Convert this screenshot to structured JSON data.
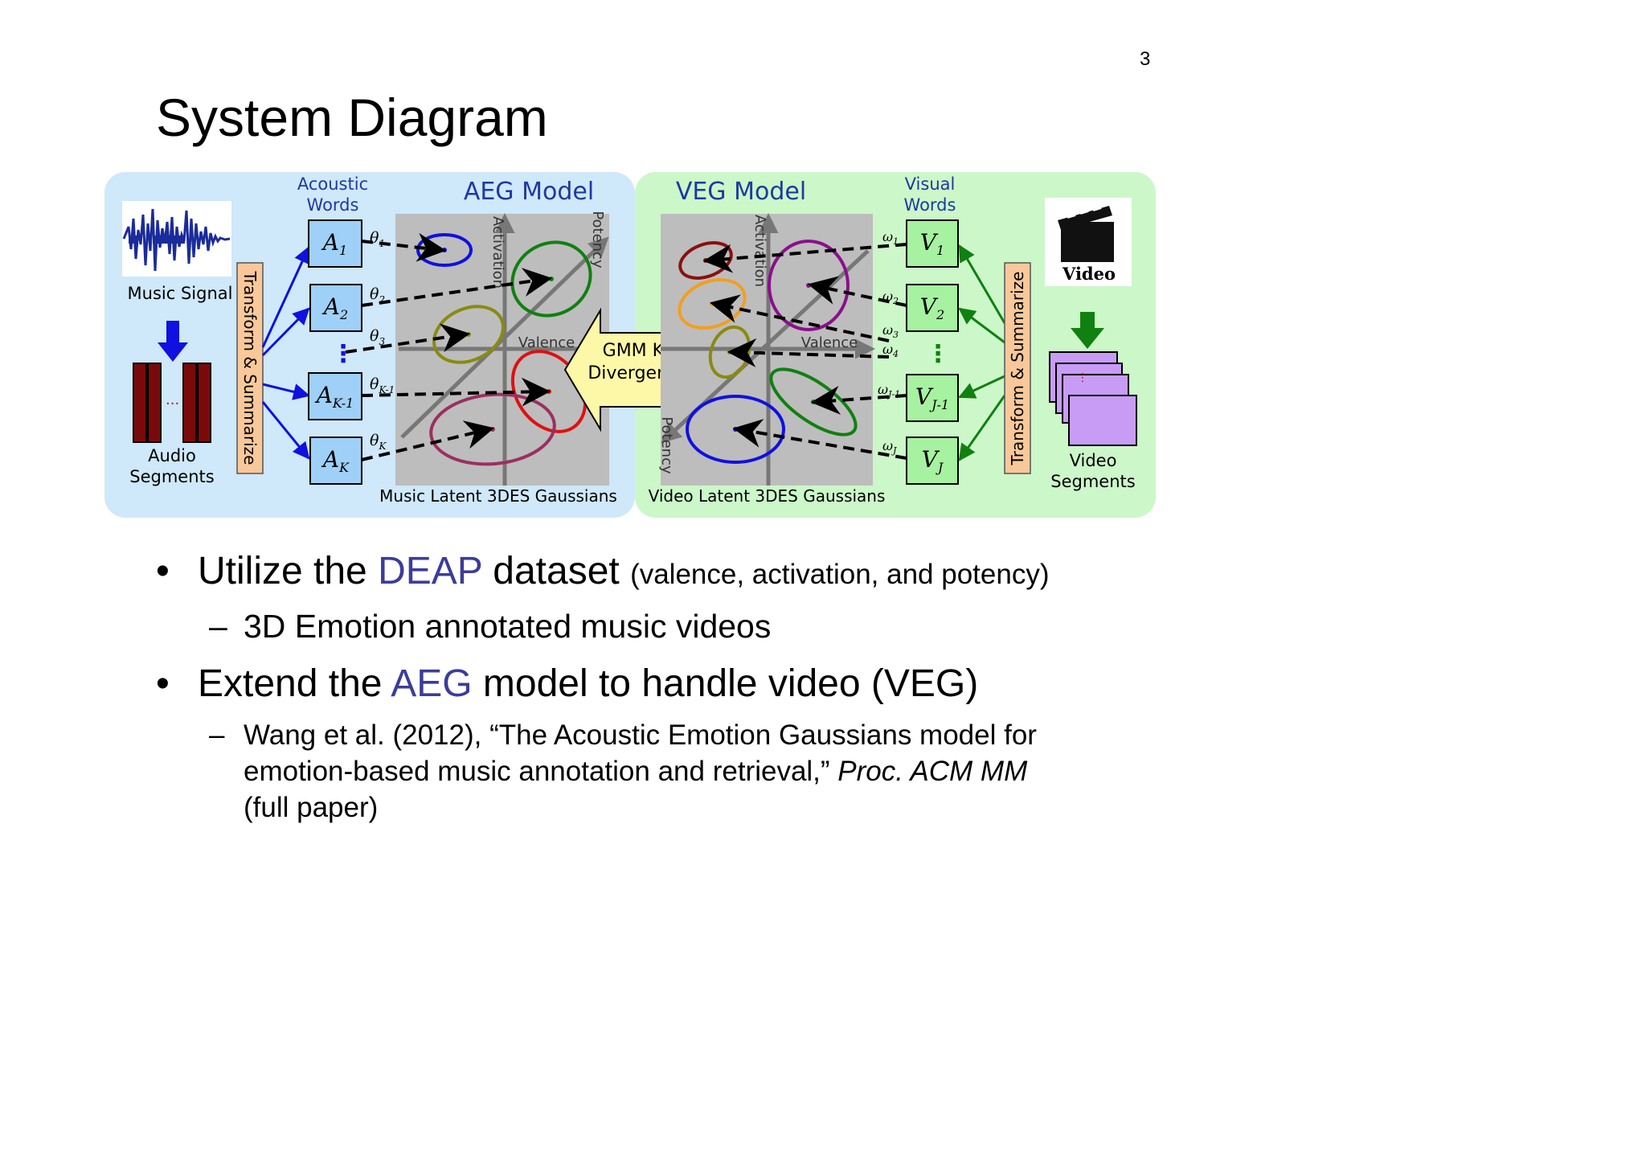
{
  "page_number": "3",
  "title": "System Diagram",
  "diagram": {
    "aeg_title": "AEG Model",
    "veg_title": "VEG Model",
    "acoustic_words": [
      "Acoustic",
      "Words"
    ],
    "visual_words": [
      "Visual",
      "Words"
    ],
    "music_signal": "Music Signal",
    "audio_segments": [
      "Audio",
      "Segments"
    ],
    "transform_left": "Transform & Summarize",
    "transform_right": "Transform & Summarize",
    "video_label": "Video",
    "video_segments": [
      "Video",
      "Segments"
    ],
    "gmm": [
      "GMM KL",
      "Divergence"
    ],
    "music_latent": "Music Latent 3DES Gaussians",
    "video_latent": "Video Latent 3DES Gaussians",
    "axis_activation": "Activation",
    "axis_potency": "Potency",
    "axis_valence": "Valence",
    "a_boxes": [
      {
        "base": "A",
        "sub": "1"
      },
      {
        "base": "A",
        "sub": "2"
      },
      {
        "base": "A",
        "sub": "K-1"
      },
      {
        "base": "A",
        "sub": "K"
      }
    ],
    "v_boxes": [
      {
        "base": "V",
        "sub": "1"
      },
      {
        "base": "V",
        "sub": "2"
      },
      {
        "base": "V",
        "sub": "J-1"
      },
      {
        "base": "V",
        "sub": "J"
      }
    ],
    "theta_labels": [
      {
        "base": "θ",
        "sub": "1"
      },
      {
        "base": "θ",
        "sub": "2"
      },
      {
        "base": "θ",
        "sub": "3"
      },
      {
        "base": "θ",
        "sub": "K-1"
      },
      {
        "base": "θ",
        "sub": "K"
      }
    ],
    "omega_labels": [
      {
        "base": "ω",
        "sub": "1"
      },
      {
        "base": "ω",
        "sub": "2"
      },
      {
        "base": "ω",
        "sub": "3"
      },
      {
        "base": "ω",
        "sub": "4"
      },
      {
        "base": "ω",
        "sub": "J-1"
      },
      {
        "base": "ω",
        "sub": "J"
      }
    ],
    "colors": {
      "aeg_panel": "#cfe8fa",
      "veg_panel": "#ccf7c9",
      "title_blue": "#1d3aa0",
      "word_box_blue": "#9fd0f7",
      "word_box_green": "#a6f2a0",
      "transform_box": "#f9c89a",
      "gmm_arrow": "#fdf7a8",
      "video_segment": "#c89cf5",
      "arrow_blue": "#1010e0",
      "arrow_green": "#108010"
    }
  },
  "bullets": [
    {
      "pre": "Utilize the ",
      "highlight": "DEAP",
      "post": " dataset ",
      "small": "(valence, activation, and potency)",
      "sub": "3D Emotion annotated music videos"
    },
    {
      "pre": "Extend the ",
      "highlight": "AEG",
      "post": " model to handle video (VEG)",
      "sub_parts": {
        "normal": "Wang et al. (2012), “The Acoustic Emotion Gaussians model for emotion-based music annotation and retrieval,” ",
        "italic": "Proc. ACM MM",
        "tail": " (full paper)"
      }
    }
  ],
  "bullet_symbol": "•",
  "dash_symbol": "–"
}
